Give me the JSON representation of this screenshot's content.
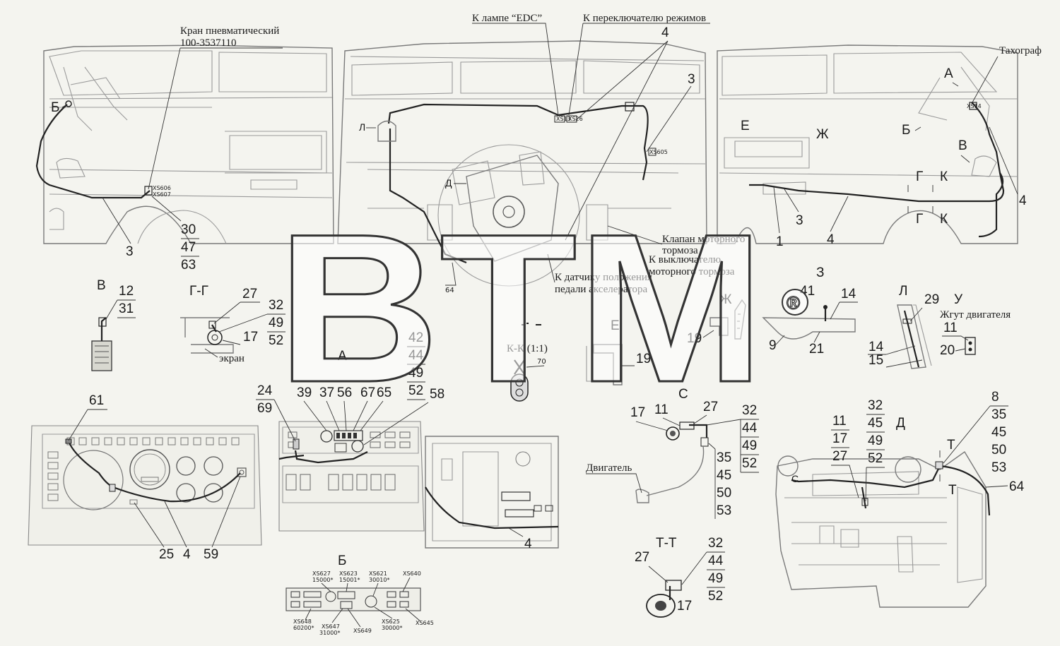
{
  "callouts": {
    "kran_title": "Кран пневматический",
    "kran_code": "100-3537110",
    "lamp_edc": "К лампе “EDC”",
    "mode_switch": "К переключателю режимов",
    "tachograph": "Тахограф",
    "brake_valve_1": "Клапан моторного",
    "brake_valve_2": "тормоза",
    "brake_switch_1": "К выключателю",
    "brake_switch_2": "моторного тормоза",
    "pedal_sensor_1": "К датчику положения",
    "pedal_sensor_2": "педали акселератора",
    "screen": "экран",
    "engine": "Двигатель",
    "engine_harness": "Жгут двигателя"
  },
  "section_letters": {
    "B_left": "Б",
    "L_top": "Л",
    "D_top": "Д",
    "A_right": "А",
    "B_right": "Б",
    "V_right": "В",
    "E_top": "Е",
    "Zh_top": "Ж",
    "G1": "Г",
    "K1": "К",
    "G2": "Г",
    "K2": "К",
    "U_small": "У",
    "T1": "Т",
    "T2": "Т"
  },
  "view_titles": {
    "V": "В",
    "GG": "Г-Г",
    "A": "А",
    "KK": "К-К  (1:1)",
    "E": "Е",
    "Zh": "Ж",
    "Z": "З",
    "L": "Л",
    "U": "У",
    "C": "С",
    "D": "Д",
    "B": "Б",
    "TT": "Т-Т"
  },
  "numbers": {
    "n4_top": "4",
    "n3_top": "3",
    "n3_left": "3",
    "n30": "30",
    "n47": "47",
    "n63": "63",
    "n1_right": "1",
    "n3_right": "3",
    "n4_right_a": "4",
    "n4_right_b": "4",
    "n64_small": "64",
    "n12": "12",
    "n31": "31",
    "gg_27": "27",
    "gg_32": "32",
    "gg_49": "49",
    "gg_52": "52",
    "gg_17": "17",
    "a_42": "42",
    "a_44": "44",
    "a_49": "49",
    "a_52": "52",
    "n70": "70",
    "e_19": "19",
    "zh_19": "19",
    "z_41": "41",
    "z_14": "14",
    "z_9": "9",
    "z_21": "21",
    "l_29": "29",
    "l_14": "14",
    "l_15": "15",
    "u_11": "11",
    "u_20": "20",
    "n61": "61",
    "n24": "24",
    "n69": "69",
    "n39": "39",
    "n37": "37",
    "n56": "56",
    "n67": "67",
    "n65": "65",
    "n58": "58",
    "n25": "25",
    "n4_dash": "4",
    "n59": "59",
    "n4_mid": "4",
    "c_17": "17",
    "c_11": "11",
    "c_27": "27",
    "c_32": "32",
    "c_44": "44",
    "c_49": "49",
    "c_52": "52",
    "c_35": "35",
    "c_45": "45",
    "c_50": "50",
    "c_53": "53",
    "d_32": "32",
    "d_45": "45",
    "d_49": "49",
    "d_52": "52",
    "d_11": "11",
    "d_17": "17",
    "d_27": "27",
    "d_8": "8",
    "d_35": "35",
    "d_45b": "45",
    "d_50": "50",
    "d_53": "53",
    "d_64": "64",
    "tt_27": "27",
    "tt_32": "32",
    "tt_44": "44",
    "tt_49": "49",
    "tt_52": "52",
    "tt_17": "17"
  },
  "connectors": {
    "xs627": "XS627",
    "xs627v": "15000*",
    "xs623": "XS623",
    "xs623v": "15001*",
    "xs621": "XS621",
    "xs621v": "30010*",
    "xs640": "XS640",
    "xs648": "XS648",
    "xs648v": "60200*",
    "xs647": "XS647",
    "xs647v": "31000*",
    "xs649": "XS649",
    "xs625": "XS625",
    "xs625v": "30000*",
    "xs645": "XS645",
    "xs14": "XS14",
    "xs606": "XS606",
    "xs607": "XS607",
    "xs13": "XS13",
    "xs26": "XS26",
    "xs605": "XS605"
  },
  "watermark": {
    "text": "BTM",
    "mark": "®"
  }
}
